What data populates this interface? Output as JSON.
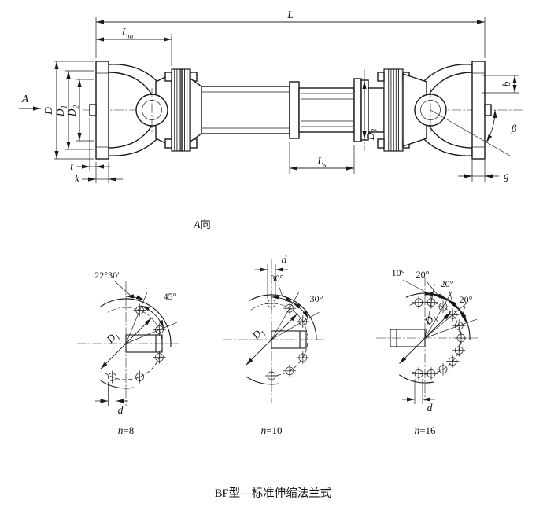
{
  "caption": "BF型—标准伸缩法兰式",
  "view_a_label": {
    "letter": "A",
    "suffix": "向"
  },
  "main_view": {
    "dims": {
      "L": {
        "base": "L",
        "sub": ""
      },
      "Lm": {
        "base": "L",
        "sub": "m"
      },
      "A": {
        "base": "A",
        "sub": ""
      },
      "D": {
        "base": "D",
        "sub": ""
      },
      "D1": {
        "base": "D",
        "sub": "1"
      },
      "D2": {
        "base": "D",
        "sub": "2"
      },
      "D3": {
        "base": "D",
        "sub": "3"
      },
      "Ls": {
        "base": "L",
        "sub": "s"
      },
      "t": {
        "base": "t",
        "sub": ""
      },
      "k": {
        "base": "k",
        "sub": ""
      },
      "b": {
        "base": "b",
        "sub": ""
      },
      "beta": {
        "base": "β",
        "sub": ""
      },
      "g": {
        "base": "g",
        "sub": ""
      }
    }
  },
  "flange_views": [
    {
      "count": {
        "var": "n",
        "rest": "=8"
      },
      "angles": [
        "22°30′",
        "45°"
      ],
      "bolt_circle": {
        "base": "D",
        "sub": "1"
      },
      "hole_dia": "d"
    },
    {
      "count": {
        "var": "n",
        "rest": "=10"
      },
      "angles": [
        "30°",
        "30°"
      ],
      "bolt_circle": {
        "base": "D",
        "sub": "1"
      },
      "hole_dia": "d"
    },
    {
      "count": {
        "var": "n",
        "rest": "=16"
      },
      "angles": [
        "10°",
        "20°",
        "20°",
        "20°"
      ],
      "bolt_circle": {
        "base": "D",
        "sub": "1"
      },
      "hole_dia": "d"
    }
  ]
}
